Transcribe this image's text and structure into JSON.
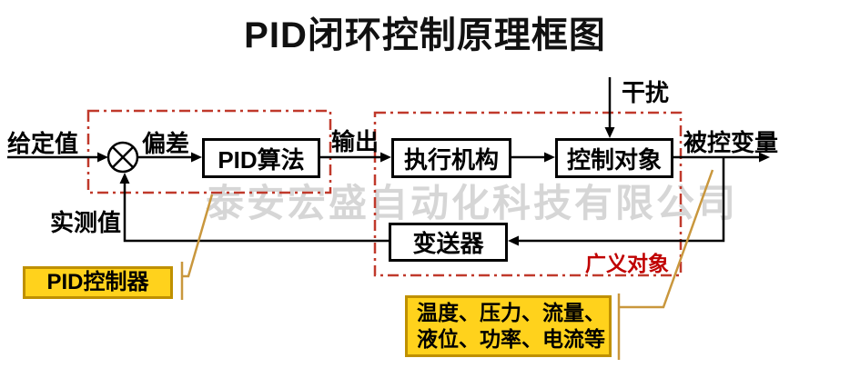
{
  "title": "PID闭环控制原理框图",
  "watermark": "泰安宏盛自动化科技有限公司",
  "diagram": {
    "flow_labels": {
      "setpoint": "给定值",
      "error": "偏差",
      "output": "输出",
      "disturbance": "干扰",
      "controlled_variable": "被控变量",
      "measured_value": "实测值"
    },
    "blocks": {
      "pid_algorithm": "PID算法",
      "actuator": "执行机构",
      "controlled_object": "控制对象",
      "transmitter": "变送器"
    },
    "region_labels": {
      "generalized_object": "广义对象"
    },
    "notes": {
      "pid_controller": "PID控制器",
      "variables_line1": "温度、压力、流量、",
      "variables_line2": "液位、功率、电流等"
    },
    "colors": {
      "wire_line": "#000000",
      "dashed_region": "#c0392b",
      "region_label_text": "#c00000",
      "note_fill": "#ffd21c",
      "note_border": "#bf9000",
      "callout_line": "#c9973d",
      "watermark_text": "#c9c9c9"
    }
  }
}
